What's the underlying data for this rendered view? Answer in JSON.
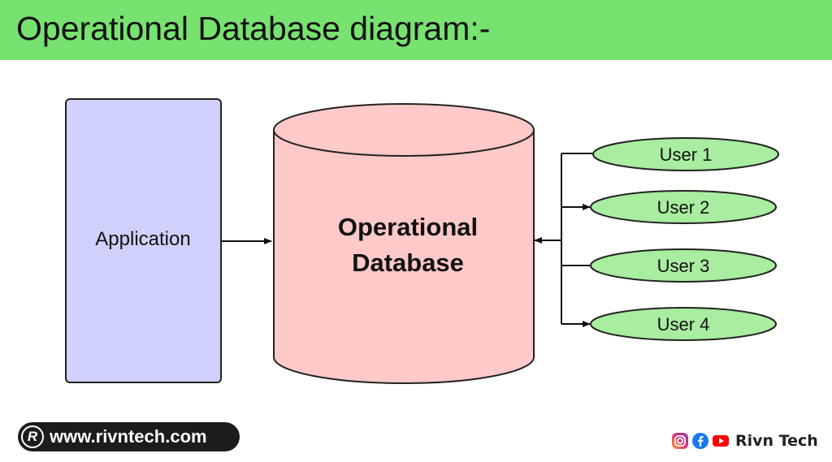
{
  "header": {
    "title": "Operational Database diagram:-"
  },
  "diagram": {
    "application_label": "Application",
    "database_label_line1": "Operational",
    "database_label_line2": "Database",
    "users": [
      "User 1",
      "User 2",
      "User 3",
      "User 4"
    ]
  },
  "footer": {
    "logo_letter": "R",
    "url": "www.rivntech.com",
    "brand_name": "Rivn Tech",
    "social_icons": [
      "instagram-icon",
      "facebook-icon",
      "youtube-icon"
    ]
  },
  "colors": {
    "header_bg": "#77e26f",
    "application_fill": "#d0d0fc",
    "database_fill": "#ffc9c9",
    "user_fill": "#a9eda0"
  }
}
